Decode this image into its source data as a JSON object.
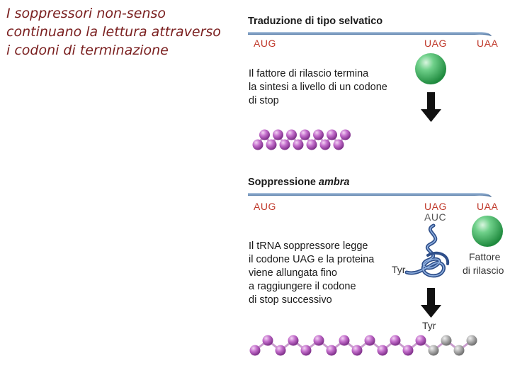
{
  "slide_title": {
    "lines": [
      "I soppressori non-senso",
      "continuano la lettura attraverso",
      "i codoni di terminazione"
    ]
  },
  "wild_type": {
    "title": "Traduzione di tipo selvatico",
    "codon_start": "AUG",
    "codon_stop1": "UAG",
    "codon_stop2": "UAA",
    "description": [
      "Il fattore di rilascio termina",
      "la sintesi a livello di un codone",
      "di stop"
    ],
    "chain_purple_beads": 14
  },
  "amber": {
    "title_plain": "Soppressione ",
    "title_italic": "ambra",
    "codon_start": "AUG",
    "codon_stop1": "UAG",
    "anticodon": "AUC",
    "codon_stop2": "UAA",
    "description": [
      "Il tRNA soppressore legge",
      "il codone UAG e la proteina",
      "viene allungata fino",
      "a raggiungere il codone",
      "di stop successivo"
    ],
    "trna_label": "Tyr",
    "release_factor_label": [
      "Fattore",
      "di rilascio"
    ],
    "chain_label": "Tyr",
    "chain_purple_beads": 14,
    "chain_gray_beads": 4
  },
  "colors": {
    "title_text": "#7a1f1f",
    "codon_red": "#c0392b",
    "mrna": "#5a7fa8",
    "bead_purple": "#b05cb8",
    "bead_gray": "#a8a8a8",
    "release_factor": "#3fae5a",
    "trna": "#3d5f9e"
  }
}
